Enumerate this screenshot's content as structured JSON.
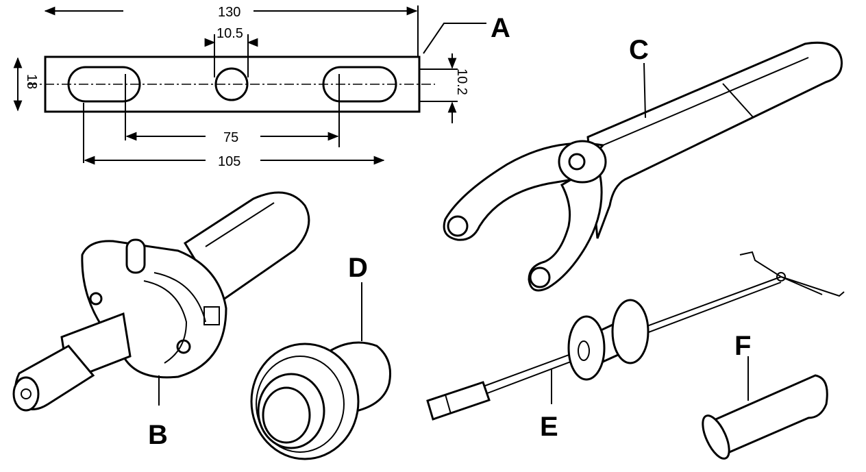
{
  "figure": {
    "dimensions": {
      "overall_length": "130",
      "hole_diameter": "10.5",
      "height": "18",
      "slot_width": "10.2",
      "slot_centers": "75",
      "slot_outer": "105"
    },
    "callouts": {
      "a": "A",
      "b": "B",
      "c": "C",
      "d": "D",
      "e": "E",
      "f": "F"
    }
  }
}
